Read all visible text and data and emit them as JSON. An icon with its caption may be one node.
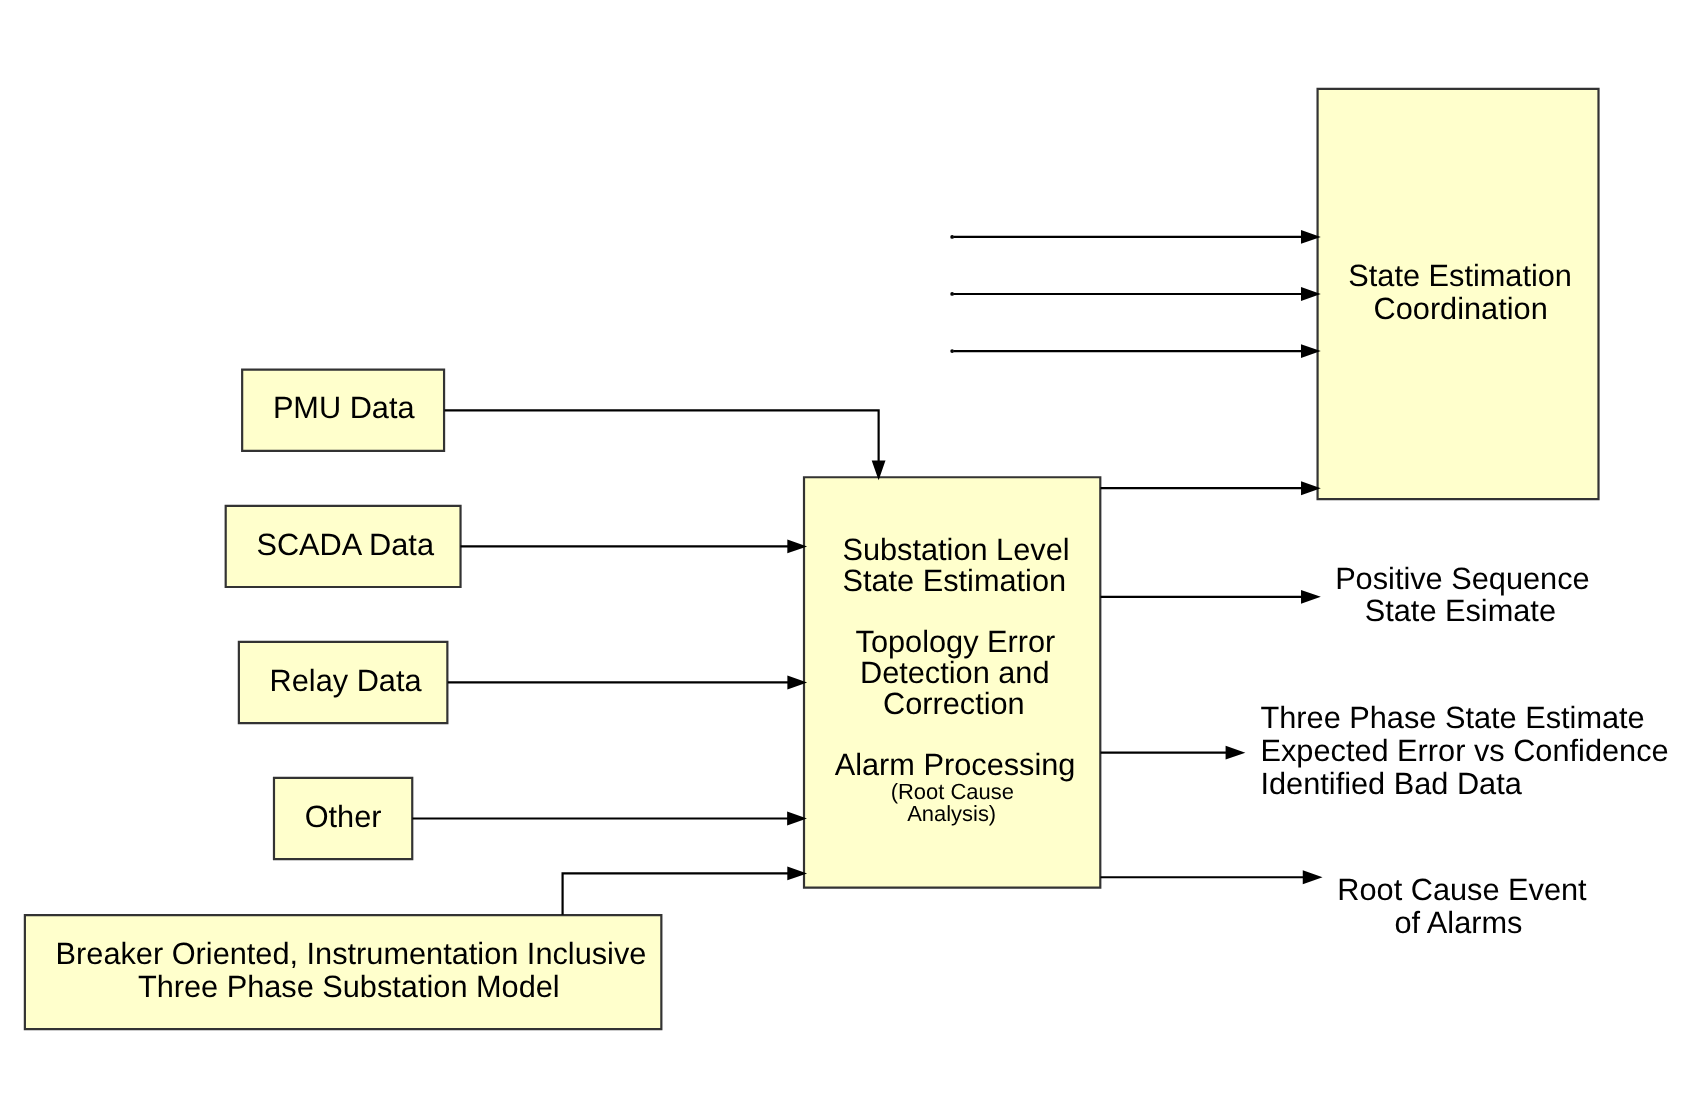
{
  "diagram": {
    "nodes": [
      {
        "text": [
          "PMU Data"
        ]
      },
      {
        "text": [
          "SCADA Data"
        ]
      },
      {
        "text": [
          "Relay Data"
        ]
      },
      {
        "text": [
          "Other"
        ]
      },
      {
        "text": [
          "Substation Level State Estimation",
          "Topology Error Detection and Correction",
          "Alarm Processing",
          "(Root Cause Analysis)"
        ]
      },
      {
        "text": [
          "Breaker Oriented, Instrumentation Inclusive Three Phase Substation Model"
        ]
      },
      {
        "text": [
          "State Estimation Coordination"
        ]
      },
      {
        "text": [
          "Positive Sequence State Esimate"
        ]
      },
      {
        "text": [
          "Three Phase State Estimate",
          "Expected Error vs Confidence",
          "Identified Bad Data"
        ]
      },
      {
        "text": [
          "Root Cause Event of Alarms"
        ]
      }
    ],
    "edges": [
      {
        "from": 0,
        "to": 4,
        "arrow": "to"
      },
      {
        "from": 1,
        "to": 4,
        "arrow": "to"
      },
      {
        "from": 2,
        "to": 4,
        "arrow": "to"
      },
      {
        "from": 3,
        "to": 4,
        "arrow": "to"
      },
      {
        "from": 5,
        "to": 4,
        "arrow": "to"
      },
      {
        "from": null,
        "to": 6,
        "arrow": "to"
      },
      {
        "from": null,
        "to": 6,
        "arrow": "to"
      },
      {
        "from": null,
        "to": 6,
        "arrow": "to"
      },
      {
        "from": 4,
        "to": 6,
        "arrow": "to"
      },
      {
        "from": 4,
        "to": 7,
        "arrow": "to"
      },
      {
        "from": 4,
        "to": 8,
        "arrow": "to"
      },
      {
        "from": 4,
        "to": 9,
        "arrow": "to"
      }
    ]
  }
}
